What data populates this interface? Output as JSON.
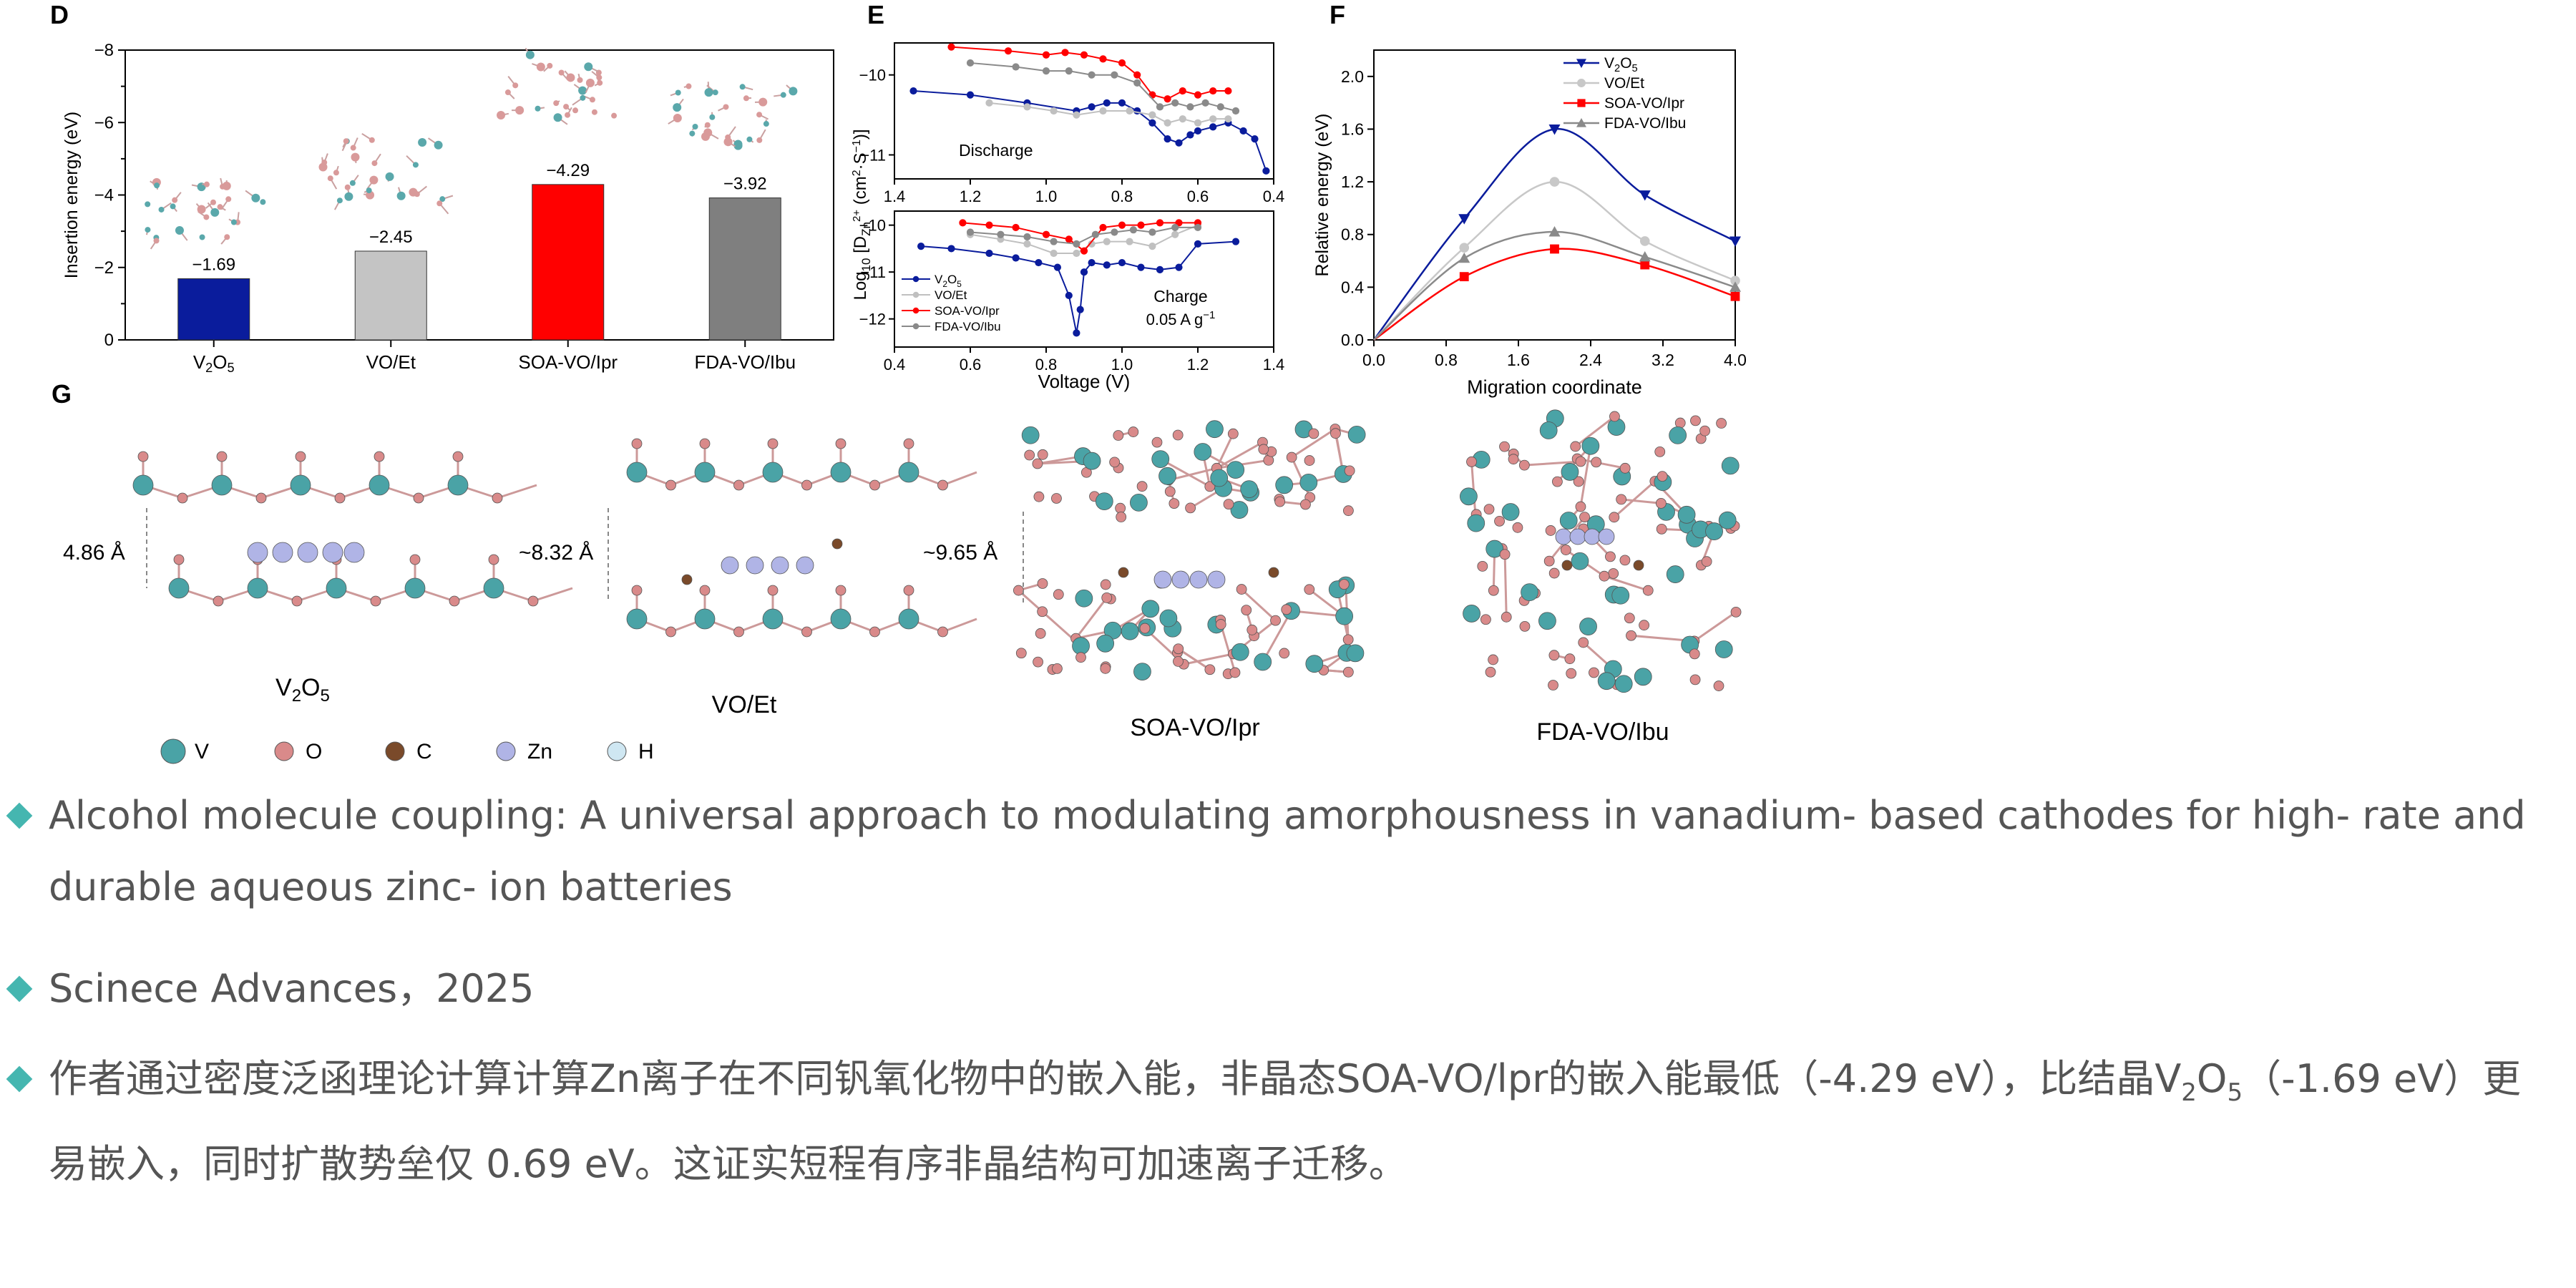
{
  "panels": {
    "D": {
      "label": "D",
      "ylabel": "Insertion energy (eV)",
      "yticks": [
        "−8",
        "−6",
        "−4",
        "−2",
        "0"
      ]
    },
    "E": {
      "label": "E",
      "ylabel_main": "Log",
      "ylabel_sub1": "10",
      "ylabel_rest": " [D",
      "ylabel_sub2": "Zn",
      "ylabel_sup2": "2+",
      "ylabel_end": " (cm",
      "ylabel_sup3": "2",
      "ylabel_unit": "·S",
      "ylabel_sup4": "−1",
      "ylabel_close": ")]",
      "xlabel": "Voltage (V)",
      "top_xticks": [
        "1.4",
        "1.2",
        "1.0",
        "0.8",
        "0.6",
        "0.4"
      ],
      "top_yticks": [
        "−10",
        "−11"
      ],
      "bottom_xticks": [
        "0.4",
        "0.6",
        "0.8",
        "1.0",
        "1.2",
        "1.4"
      ],
      "bottom_yticks": [
        "−10",
        "−11",
        "−12"
      ],
      "discharge_label": "Discharge",
      "charge_label": "Charge",
      "rate_label": "0.05 A g",
      "rate_sup": "−1",
      "legend": [
        "V2O5",
        "VO/Et",
        "SOA-VO/Ipr",
        "FDA-VO/Ibu"
      ]
    },
    "F": {
      "label": "F",
      "ylabel": "Relative energy (eV)",
      "xlabel": "Migration coordinate",
      "xticks": [
        "0.0",
        "0.8",
        "1.6",
        "2.4",
        "3.2",
        "4.0"
      ],
      "yticks": [
        "0.0",
        "0.4",
        "0.8",
        "1.2",
        "1.6",
        "2.0"
      ],
      "legend": [
        "V2O5",
        "VO/Et",
        "SOA-VO/Ipr",
        "FDA-VO/Ibu"
      ]
    },
    "G": {
      "label": "G",
      "distances": [
        "4.86 Å",
        "~8.32 Å",
        "~9.65 Å"
      ],
      "structure_names": [
        "VO/Et",
        "SOA-VO/Ipr",
        "FDA-VO/Ibu"
      ],
      "v2o5_main": "V",
      "v2o5_sub1": "2",
      "v2o5_mid": "O",
      "v2o5_sub2": "5",
      "atom_legend": [
        {
          "symbol": "V",
          "color": "#4aa3a6"
        },
        {
          "symbol": "O",
          "color": "#d98a8a"
        },
        {
          "symbol": "C",
          "color": "#7a4a2a"
        },
        {
          "symbol": "Zn",
          "color": "#b0b4e6"
        },
        {
          "symbol": "H",
          "color": "#cfe7f2"
        }
      ]
    }
  },
  "chart_data": [
    {
      "panel": "D",
      "type": "bar",
      "categories": [
        "V2O5",
        "VO/Et",
        "SOA-VO/Ipr",
        "FDA-VO/Ibu"
      ],
      "values": [
        -1.69,
        -2.45,
        -4.29,
        -3.92
      ],
      "value_labels": [
        "−1.69",
        "−2.45",
        "−4.29",
        "−3.92"
      ],
      "colors": [
        "#0a1c9c",
        "#c4c4c4",
        "#ff0000",
        "#7f7f7f"
      ],
      "ylabel": "Insertion energy (eV)",
      "ylim": [
        0,
        -8
      ],
      "y_inverted": true
    },
    {
      "panel": "E-top",
      "type": "line",
      "title": "Discharge",
      "xlabel": "",
      "xlim": [
        1.4,
        0.4
      ],
      "ylim": [
        -11.3,
        -9.6
      ],
      "series": [
        {
          "name": "V2O5",
          "color": "#0a1c9c",
          "x": [
            1.35,
            1.2,
            1.05,
            0.92,
            0.88,
            0.84,
            0.8,
            0.76,
            0.72,
            0.68,
            0.65,
            0.62,
            0.6,
            0.56,
            0.52,
            0.48,
            0.45,
            0.42
          ],
          "y": [
            -10.2,
            -10.25,
            -10.35,
            -10.45,
            -10.4,
            -10.35,
            -10.35,
            -10.45,
            -10.6,
            -10.8,
            -10.85,
            -10.75,
            -10.7,
            -10.65,
            -10.6,
            -10.7,
            -10.8,
            -11.2
          ]
        },
        {
          "name": "VO/Et",
          "color": "#c0c0c0",
          "x": [
            1.15,
            1.05,
            0.98,
            0.92,
            0.85,
            0.78,
            0.72,
            0.68,
            0.64,
            0.6,
            0.56,
            0.52
          ],
          "y": [
            -10.35,
            -10.4,
            -10.45,
            -10.5,
            -10.45,
            -10.45,
            -10.5,
            -10.6,
            -10.55,
            -10.6,
            -10.55,
            -10.55
          ]
        },
        {
          "name": "SOA-VO/Ipr",
          "color": "#ff0000",
          "x": [
            1.25,
            1.1,
            1.0,
            0.95,
            0.9,
            0.85,
            0.8,
            0.76,
            0.72,
            0.68,
            0.64,
            0.6,
            0.56,
            0.52
          ],
          "y": [
            -9.65,
            -9.7,
            -9.75,
            -9.72,
            -9.75,
            -9.8,
            -9.85,
            -10.0,
            -10.25,
            -10.3,
            -10.2,
            -10.25,
            -10.2,
            -10.2
          ]
        },
        {
          "name": "FDA-VO/Ibu",
          "color": "#8a8a8a",
          "x": [
            1.2,
            1.08,
            1.0,
            0.94,
            0.88,
            0.82,
            0.76,
            0.7,
            0.66,
            0.62,
            0.58,
            0.54,
            0.5
          ],
          "y": [
            -9.85,
            -9.9,
            -9.95,
            -9.95,
            -10.0,
            -10.0,
            -10.1,
            -10.4,
            -10.35,
            -10.4,
            -10.35,
            -10.4,
            -10.45
          ]
        }
      ]
    },
    {
      "panel": "E-bottom",
      "type": "line",
      "title": "Charge",
      "xlabel": "Voltage (V)",
      "xlim": [
        0.4,
        1.4
      ],
      "ylim": [
        -12.6,
        -9.7
      ],
      "series": [
        {
          "name": "V2O5",
          "color": "#0a1c9c",
          "x": [
            0.47,
            0.55,
            0.65,
            0.72,
            0.78,
            0.83,
            0.86,
            0.88,
            0.89,
            0.9,
            0.92,
            0.96,
            1.0,
            1.05,
            1.1,
            1.15,
            1.2,
            1.3
          ],
          "y": [
            -10.45,
            -10.5,
            -10.6,
            -10.7,
            -10.8,
            -10.9,
            -11.5,
            -12.3,
            -11.8,
            -11.0,
            -10.8,
            -10.85,
            -10.8,
            -10.9,
            -10.95,
            -10.9,
            -10.4,
            -10.35
          ]
        },
        {
          "name": "VO/Et",
          "color": "#c0c0c0",
          "x": [
            0.6,
            0.68,
            0.75,
            0.82,
            0.88,
            0.92,
            0.96,
            1.02,
            1.08,
            1.14,
            1.2
          ],
          "y": [
            -10.2,
            -10.3,
            -10.4,
            -10.6,
            -10.6,
            -10.4,
            -10.35,
            -10.35,
            -10.45,
            -10.2,
            -10.0
          ]
        },
        {
          "name": "SOA-VO/Ipr",
          "color": "#ff0000",
          "x": [
            0.58,
            0.65,
            0.72,
            0.8,
            0.86,
            0.9,
            0.95,
            1.0,
            1.05,
            1.1,
            1.15,
            1.2
          ],
          "y": [
            -9.95,
            -10.0,
            -10.05,
            -10.2,
            -10.3,
            -10.55,
            -10.05,
            -10.0,
            -10.0,
            -9.95,
            -9.95,
            -9.95
          ]
        },
        {
          "name": "FDA-VO/Ibu",
          "color": "#8a8a8a",
          "x": [
            0.6,
            0.68,
            0.75,
            0.82,
            0.88,
            0.93,
            0.98,
            1.03,
            1.08,
            1.14,
            1.2
          ],
          "y": [
            -10.15,
            -10.2,
            -10.25,
            -10.35,
            -10.4,
            -10.2,
            -10.15,
            -10.1,
            -10.15,
            -10.05,
            -10.05
          ]
        }
      ]
    },
    {
      "panel": "F",
      "type": "line",
      "xlabel": "Migration coordinate",
      "ylabel": "Relative energy (eV)",
      "xlim": [
        0,
        4
      ],
      "ylim": [
        0,
        2.2
      ],
      "series": [
        {
          "name": "V2O5",
          "color": "#0a1c9c",
          "x": [
            0,
            1,
            2,
            3,
            4
          ],
          "y": [
            0,
            0.92,
            1.6,
            1.1,
            0.75
          ]
        },
        {
          "name": "VO/Et",
          "color": "#c8c8c8",
          "x": [
            0,
            1,
            2,
            3,
            4
          ],
          "y": [
            0,
            0.7,
            1.2,
            0.75,
            0.45
          ]
        },
        {
          "name": "SOA-VO/Ipr",
          "color": "#ff0000",
          "x": [
            0,
            1,
            2,
            3,
            4
          ],
          "y": [
            0,
            0.48,
            0.69,
            0.57,
            0.33
          ]
        },
        {
          "name": "FDA-VO/Ibu",
          "color": "#8a8a8a",
          "x": [
            0,
            1,
            2,
            3,
            4
          ],
          "y": [
            0,
            0.62,
            0.82,
            0.63,
            0.4
          ]
        }
      ]
    }
  ],
  "bullets": {
    "b1": "Alcohol molecule coupling: A universal approach to modulating amorphousness in vanadium- based cathodes for high- rate and durable aqueous zinc- ion batteries",
    "b2": "Scinece Advances，2025",
    "b3_part1": "作者通过密度泛函理论计算计算Zn离子在不同钒氧化物中的嵌入能，非晶态SOA-VO/lpr的嵌入能最低（-4.29 eV），比结晶V",
    "b3_sub1": "2",
    "b3_mid": "O",
    "b3_sub2": "5",
    "b3_part2": "（-1.69 eV）更易嵌入，同时扩散势垒仅 0.69 eV。这证实短程有序非晶结构可加速离子迁移。"
  }
}
